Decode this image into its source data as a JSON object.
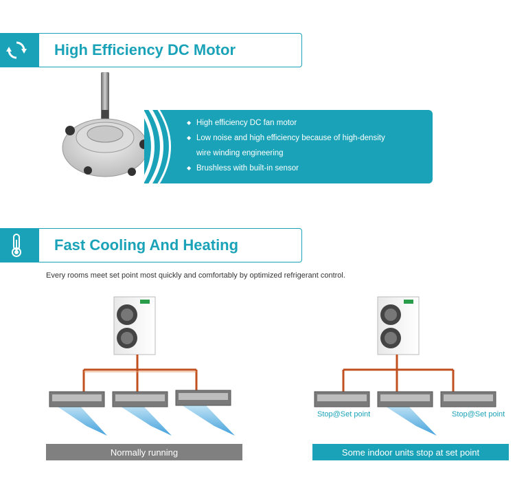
{
  "section1": {
    "title": "High Efficiency DC Motor",
    "features": [
      "High efficiency DC fan motor",
      "Low noise and high efficiency because of high-density",
      "wire winding engineering",
      "Brushless with built-in sensor"
    ]
  },
  "section2": {
    "title": "Fast Cooling And Heating",
    "intro": "Every rooms meet set point most quickly and comfortably by optimized refrigerant control."
  },
  "diagram_left": {
    "caption": "Normally running"
  },
  "diagram_right": {
    "caption": "Some indoor units stop at set point",
    "stop_label_left": "Stop@Set point",
    "stop_label_right": "Stop@Set point"
  },
  "colors": {
    "accent": "#1aa3b8",
    "pipe": "#c0501f",
    "gray_bar": "#808080"
  },
  "icons": {
    "section1": "rotation-icon",
    "section2": "thermometer-icon"
  }
}
